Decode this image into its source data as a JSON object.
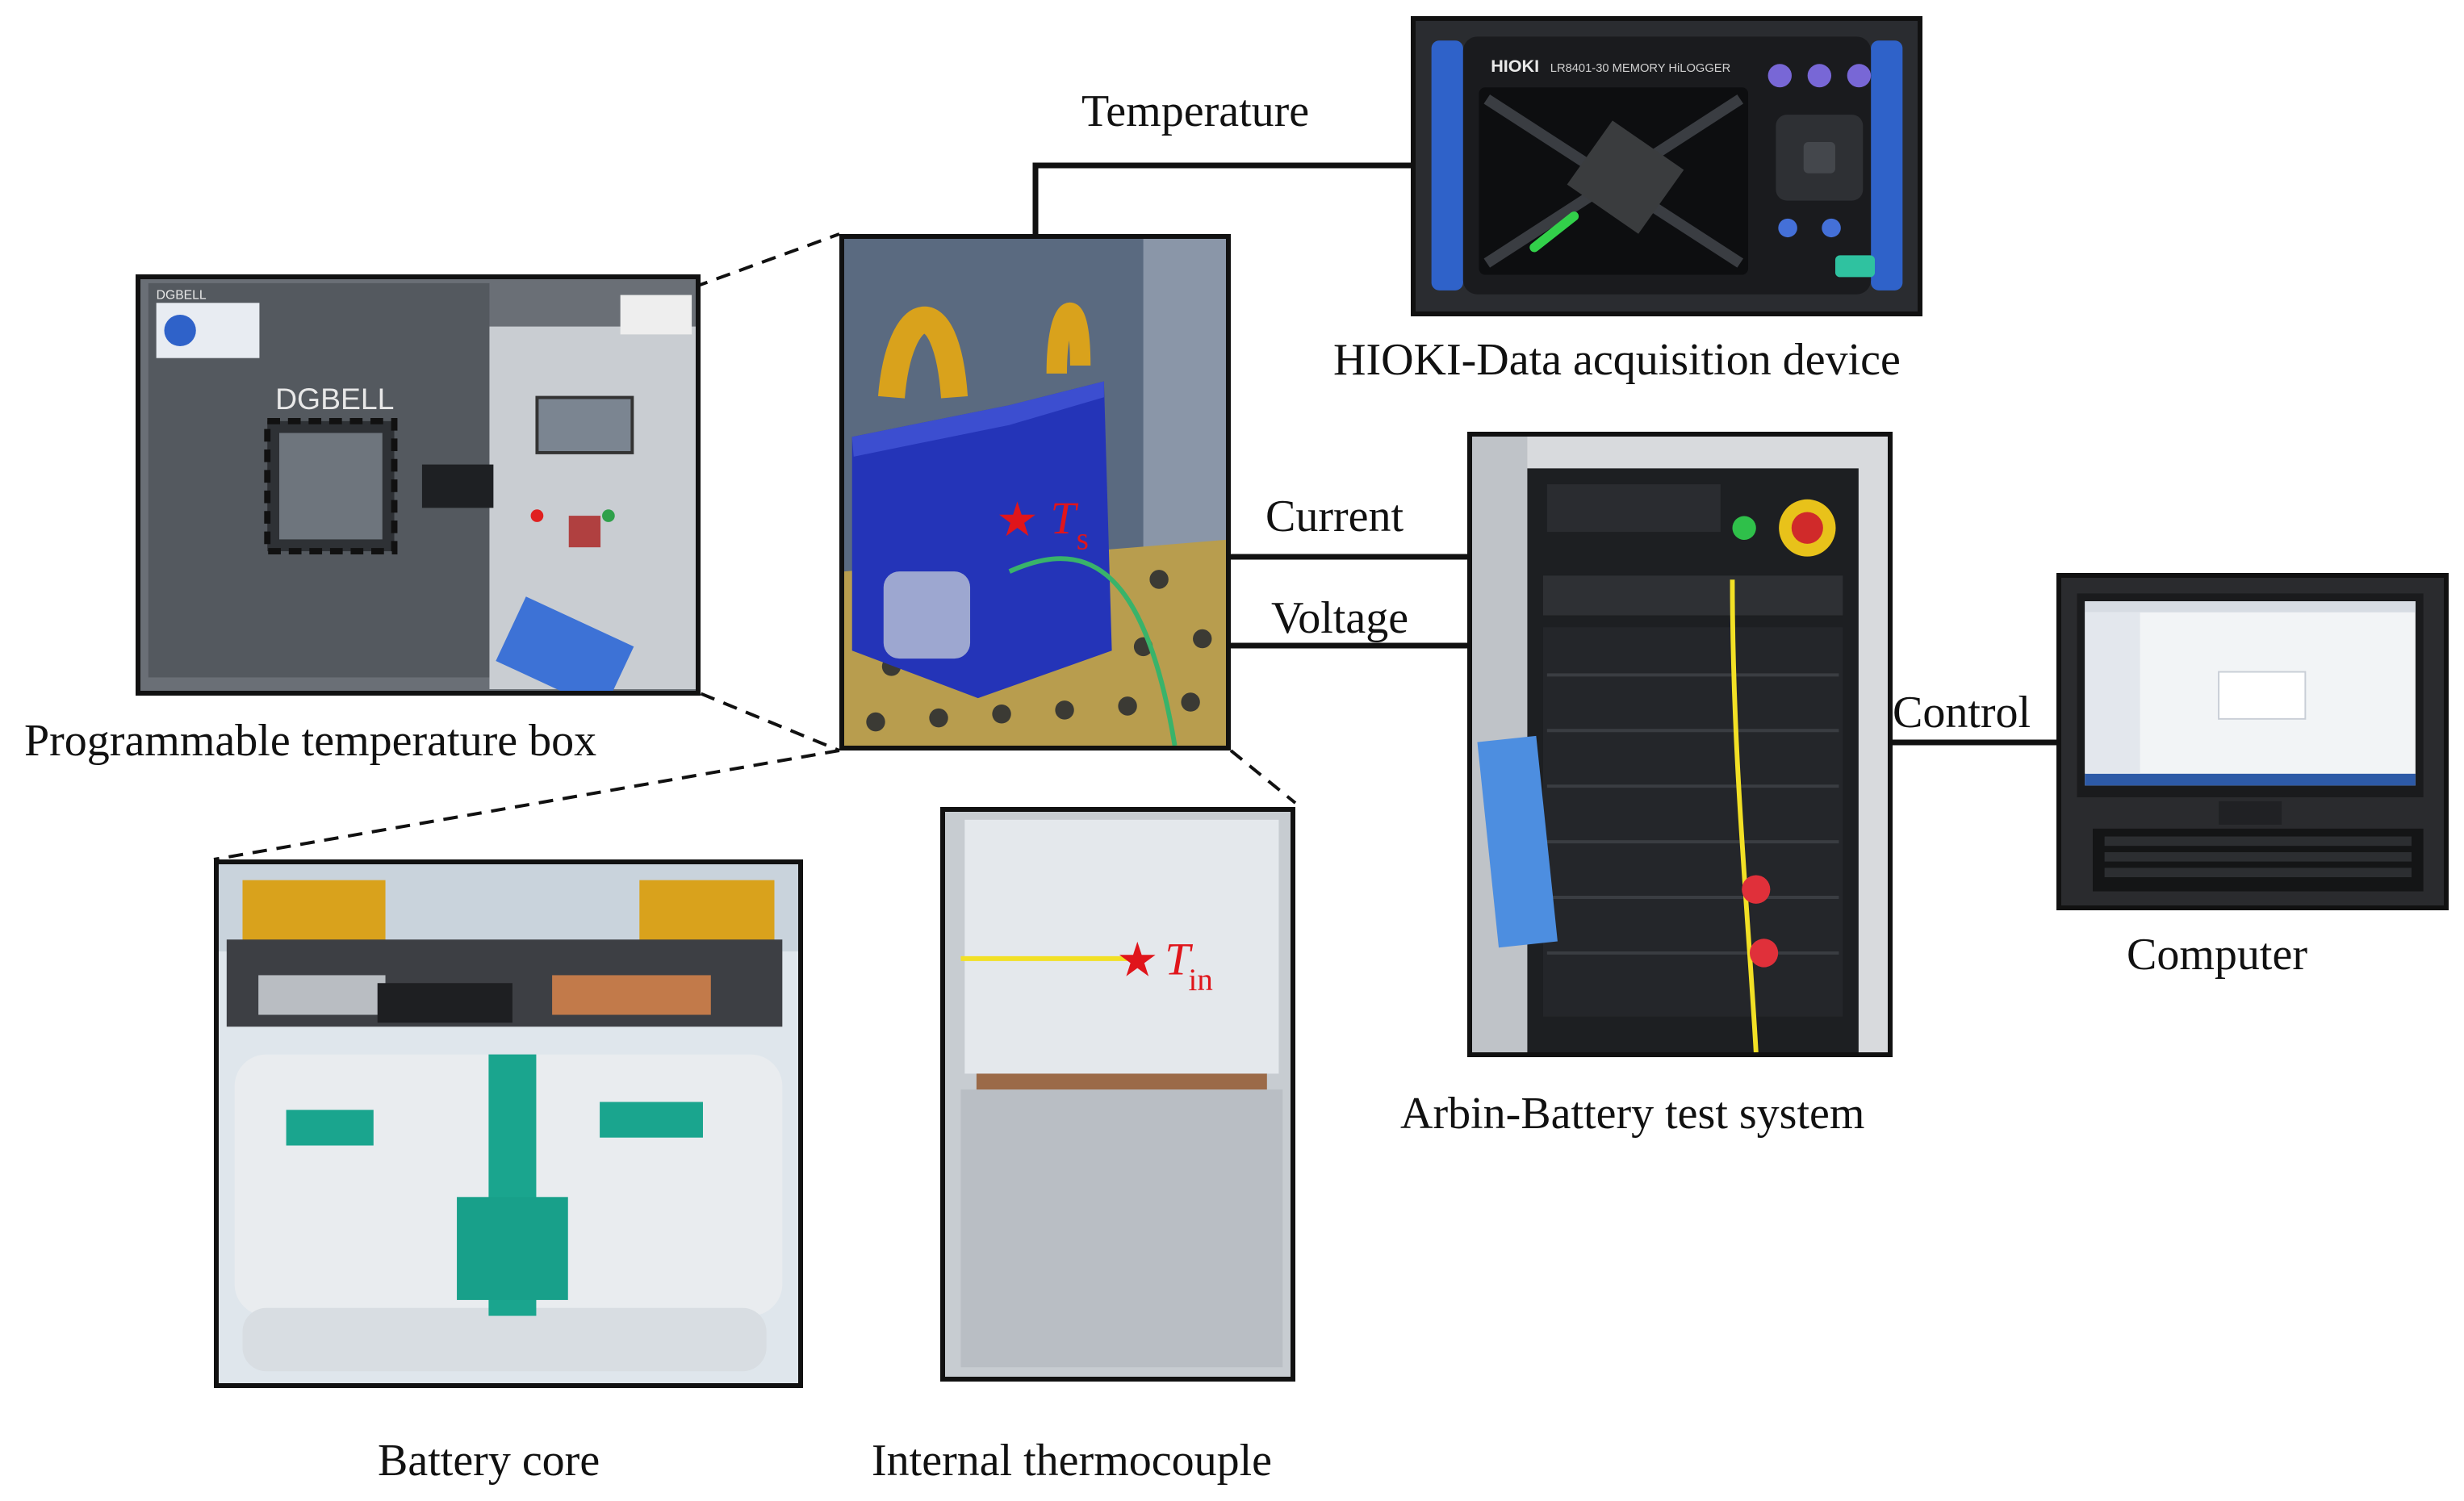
{
  "labels": {
    "temperature": "Temperature",
    "current": "Current",
    "voltage": "Voltage",
    "control": "Control",
    "hioki": "HIOKI-Data acquisition device",
    "arbin": "Arbin-Battery test system",
    "computer": "Computer",
    "temp_box": "Programmable temperature box",
    "battery_core": "Battery core",
    "internal_thermocouple": "Internal thermocouple"
  },
  "photo_text": {
    "brand_hioki": "HIOKI",
    "hioki_model": "LR8401-30 MEMORY HiLOGGER",
    "chamber_brand": "DGBELL",
    "chamber_badge": "DGBELL"
  },
  "markers": {
    "surface_T": "T",
    "surface_sub": "s",
    "inner_T": "T",
    "inner_sub": "in",
    "star": "★"
  },
  "colors": {
    "line": "#111111",
    "marker": "#e0151b",
    "cell_blue": "#2434b8",
    "kapton": "#d9a21c",
    "board": "#b89d4e"
  }
}
